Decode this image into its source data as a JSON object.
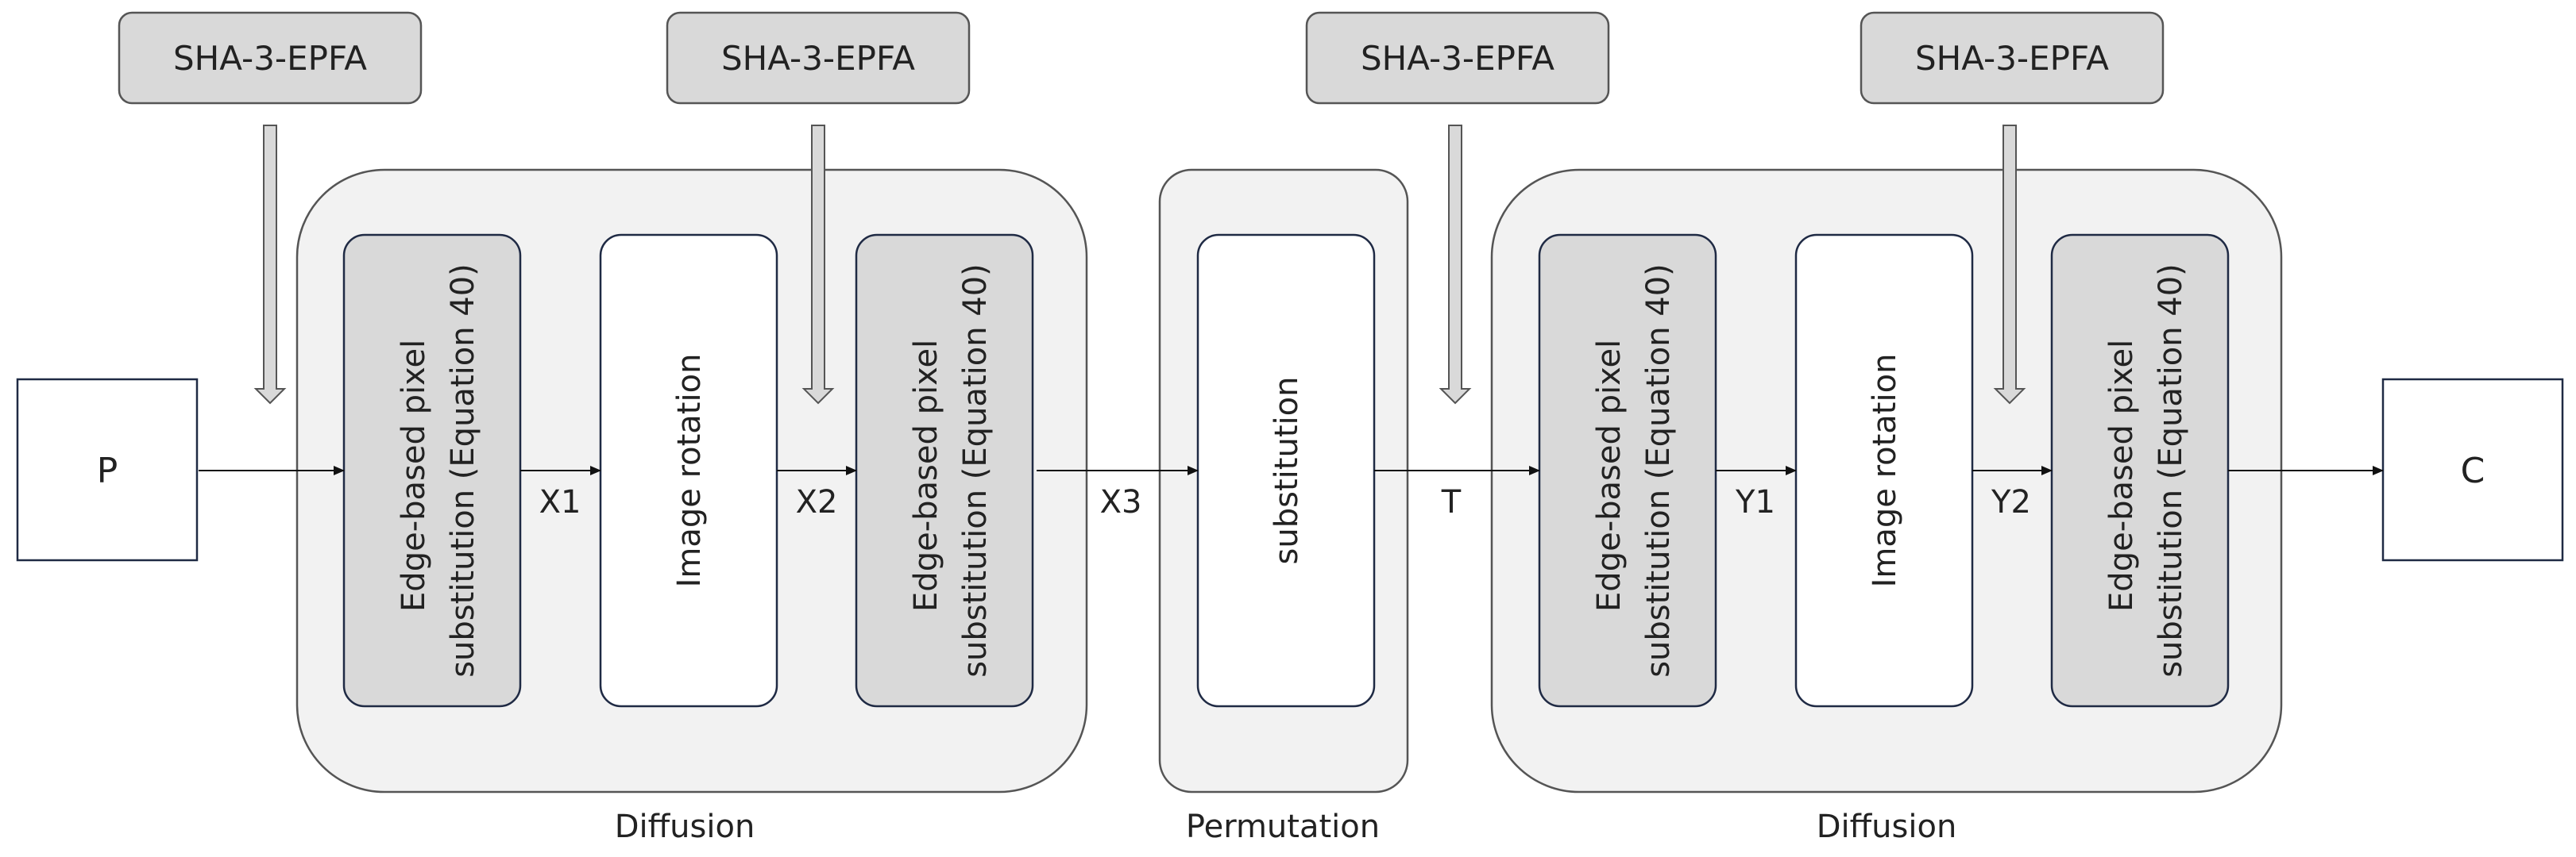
{
  "hash": {
    "label": "SHA-3-EPFA"
  },
  "input": {
    "label": "P"
  },
  "output": {
    "label": "C"
  },
  "blocks": {
    "edge_sub": "Edge-based pixel substitution (Equation 40)",
    "edge_sub_lines": [
      "Edge-based pixel",
      "substitution (Equation 40)"
    ],
    "rotation": "Image rotation",
    "substitution": "substitution"
  },
  "stages": {
    "diffusion1": "Diffusion",
    "permutation": "Permutation",
    "diffusion2": "Diffusion"
  },
  "signals": {
    "x1": "X1",
    "x2": "X2",
    "x3": "X3",
    "t": "T",
    "y1": "Y1",
    "y2": "Y2"
  },
  "colors": {
    "hash_fill": "#d9d9d9",
    "stage_fill": "#f2f2f2",
    "stage_stroke": "#555555",
    "block_stroke": "#1f2a44",
    "edge_fill": "#d9d9d9",
    "white_fill": "#ffffff",
    "text": "#222222"
  }
}
